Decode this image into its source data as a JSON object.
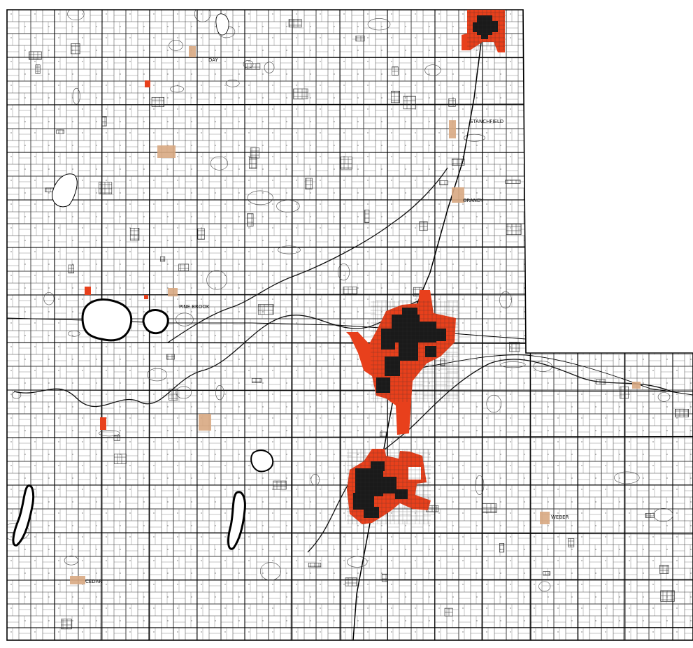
{
  "colors": {
    "background": "#ffffff",
    "parcel_line": "#2a2a2a",
    "road_line": "#000000",
    "city_core": "#1a1a1a",
    "city_expansion": "#e8401c",
    "village_highlight": "#d8a882",
    "lake_fill": "#ffffff"
  },
  "town_labels": {
    "day": "DAY",
    "stanchfield": "STANCHFIELD",
    "grandy": "GRANDY",
    "pine_brook": "PINE BROOK",
    "weber": "WEBER",
    "cedar": "CEDAR"
  }
}
